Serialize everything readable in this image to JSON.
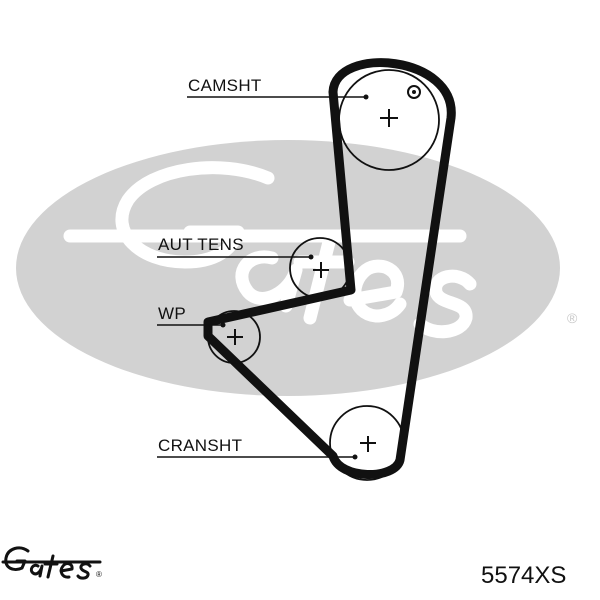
{
  "brand": {
    "name": "Gates",
    "registered_mark": "®",
    "watermark_color": "#d2d2d2",
    "logo_color": "#111111"
  },
  "part_number": "5574XS",
  "labels": {
    "camshaft": "CAMSHT",
    "tensioner": "AUT TENS",
    "water_pump": "WP",
    "crankshaft": "CRANSHT"
  },
  "colors": {
    "belt": "#111111",
    "line": "#111111",
    "background": "#ffffff"
  },
  "icons": {
    "center_mark": "plus-icon",
    "timing_mark": "ring-dot-icon"
  }
}
